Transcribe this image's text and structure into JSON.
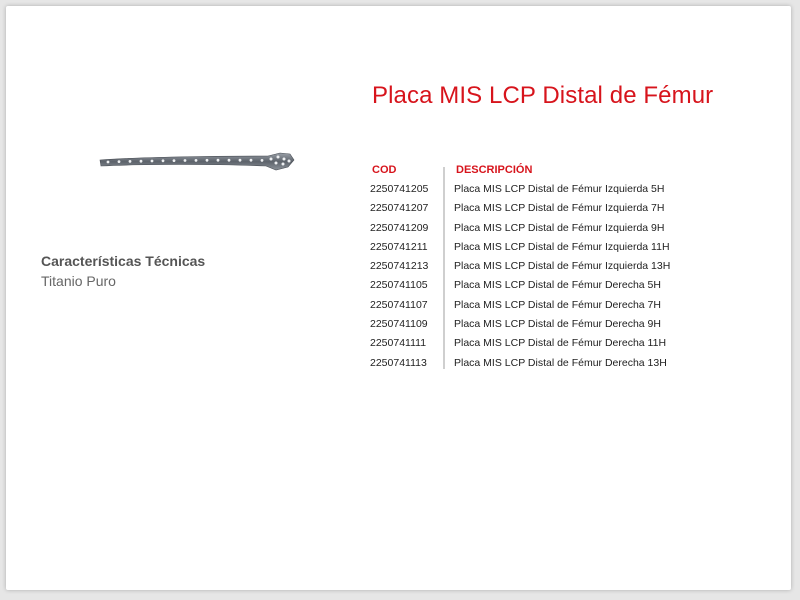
{
  "page": {
    "title": "Placa MIS LCP Distal de Fémur"
  },
  "features": {
    "heading": "Características Técnicas",
    "material": "Titanio Puro"
  },
  "table": {
    "headers": {
      "cod": "COD",
      "description": "DESCRIPCIÓN"
    },
    "rows": [
      {
        "cod": "2250741205",
        "description": "Placa MIS LCP Distal de Fémur Izquierda 5H"
      },
      {
        "cod": "2250741207",
        "description": "Placa MIS LCP Distal de Fémur Izquierda 7H"
      },
      {
        "cod": "2250741209",
        "description": "Placa MIS LCP Distal de Fémur Izquierda 9H"
      },
      {
        "cod": "2250741211",
        "description": "Placa MIS LCP Distal de Fémur Izquierda 11H"
      },
      {
        "cod": "2250741213",
        "description": "Placa MIS LCP Distal de Fémur Izquierda 13H"
      },
      {
        "cod": "2250741105",
        "description": "Placa MIS LCP Distal de Fémur Derecha 5H"
      },
      {
        "cod": "2250741107",
        "description": "Placa MIS LCP Distal de Fémur Derecha 7H"
      },
      {
        "cod": "2250741109",
        "description": "Placa MIS LCP Distal de Fémur Derecha 9H"
      },
      {
        "cod": "2250741111",
        "description": "Placa MIS LCP Distal de Fémur Derecha 11H"
      },
      {
        "cod": "2250741113",
        "description": "Placa MIS LCP Distal de Fémur Derecha 13H"
      }
    ]
  },
  "colors": {
    "accent": "#d7141c",
    "text": "#222222",
    "muted": "#666666"
  }
}
